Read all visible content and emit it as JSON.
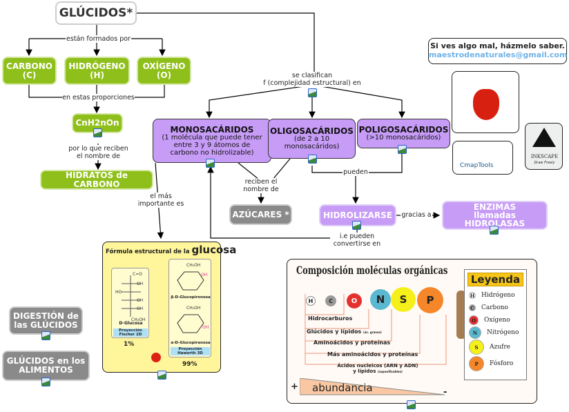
{
  "root": "GLÚCIDOS*",
  "links": {
    "formed_by": "están formados por",
    "proportions": "en estas proporciones",
    "receive_name": "por lo que reciben el nombre de",
    "classified": "se clasifican",
    "classified2": "f (complejidad estructural) en",
    "receive_name2": "reciben el nombre de",
    "can": "pueden",
    "thanks_to": "gracias a",
    "ie": "i.e pueden convertirse en",
    "most_important": "el más importante es"
  },
  "elements": [
    {
      "name": "CARBONO",
      "symbol": "(C)"
    },
    {
      "name": "HIDRÓGENO",
      "symbol": "(H)"
    },
    {
      "name": "OXÍGENO",
      "symbol": "(O)"
    }
  ],
  "formula": "CnH2nOn",
  "hydrates": "HIDRATOS de CARBONO",
  "classes": [
    {
      "title": "MONOSACÁRIDOS",
      "desc": "(1 molécula que puede tener entre 3 y 9 átomos de carbono no hidrolizable)"
    },
    {
      "title": "OLIGOSACÁRIDOS",
      "desc": "(de 2 a 10 monosacáridos)"
    },
    {
      "title": "POLIGOSACÁRIDOS",
      "desc": "(>10 monosacáridos)"
    }
  ],
  "sugars": "AZÚCARES *",
  "hydrolyze": "HIDROLIZARSE",
  "enzymes": "ENZIMAS llamadas HIDROLASAS",
  "digestion": "DIGESTIÓN de las GLÚCIDOS",
  "foods": "GLÚCIDOS en los ALIMENTOS",
  "feedback": {
    "text": "Si ves algo mal, házmelo saber.",
    "email": "maestrodenaturales@gmail.com"
  },
  "logos": {
    "maestro": "Maestro de naturales",
    "cmap": "CmapTools",
    "inkscape": "INKSCAPE",
    "inkscape_tag": "Draw Freely"
  },
  "glucose": {
    "title_a": "Fórmula estructural de la",
    "title_b": "glucosa",
    "fischer_name": "D-Glucosa",
    "fischer_label": "Proyección Fischer 2D",
    "fischer_pct": "1%",
    "beta": "β-D-Glucopironosa",
    "alpha": "α-D-Glucopiranosa",
    "haworth_label": "Proyección Haworth 3D",
    "haworth_pct": "99%"
  },
  "composition": {
    "title": "Composición moléculas orgánicas",
    "legend_title": "Leyenda",
    "atoms": [
      {
        "s": "H",
        "name": "Hidrógeno",
        "color": "#ffffff"
      },
      {
        "s": "C",
        "name": "Carbono",
        "color": "#9a9a9a"
      },
      {
        "s": "O",
        "name": "Oxígeno",
        "color": "#e53030"
      },
      {
        "s": "N",
        "name": "Nitrógeno",
        "color": "#5ab8d0"
      },
      {
        "s": "S",
        "name": "Azufre",
        "color": "#f5ef1a"
      },
      {
        "s": "P",
        "name": "Fósforo",
        "color": "#f5862a"
      }
    ],
    "groups": [
      "Hidrocarburos",
      "Glúcidos y lípidos",
      "(ác. grasos)",
      "Aminoácidos y proteínas",
      "Más aminoácidos y proteínas",
      "Ácidos nucleicos (ARN y ADN)",
      "y lípidos",
      "(saponificables)"
    ],
    "plus": "+",
    "minus": "-",
    "abundance": "abundancia"
  }
}
